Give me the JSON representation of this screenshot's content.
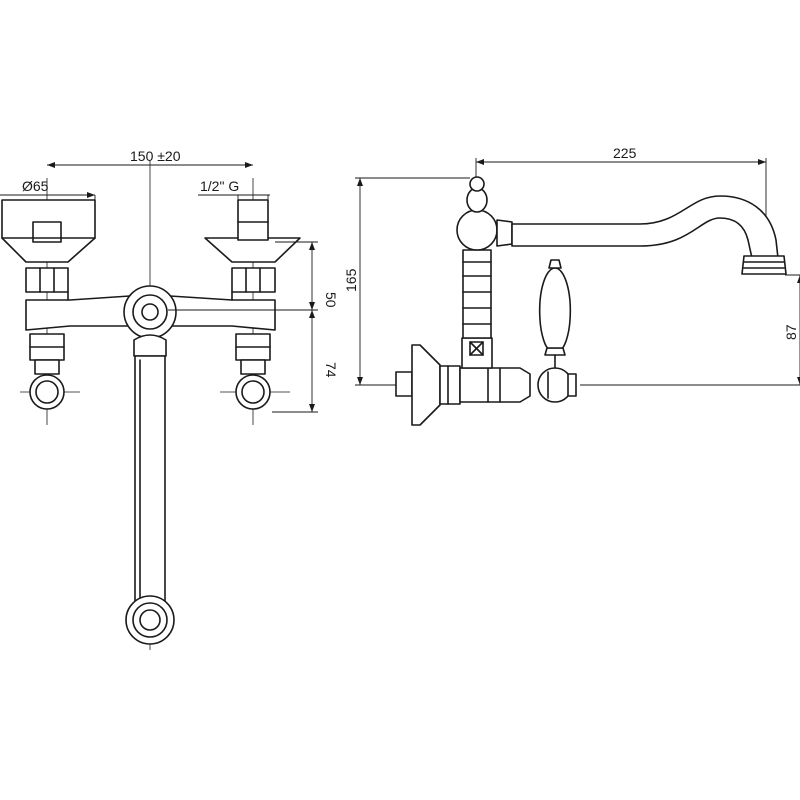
{
  "dimensions": {
    "center_distance": "150 ±20",
    "flange_diameter": "Ø65",
    "thread": "1/2\" G",
    "height_50": "50",
    "height_74": "74",
    "spout_reach": "225",
    "overall_height": "165",
    "spout_height": "87"
  }
}
